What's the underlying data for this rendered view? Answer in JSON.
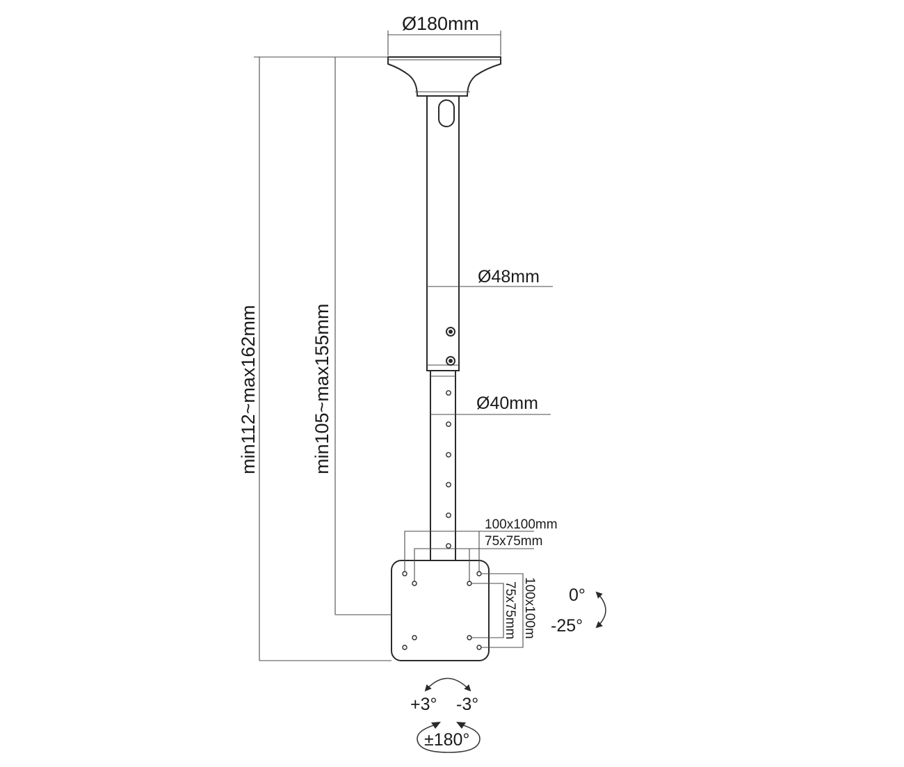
{
  "dimensions": {
    "base_diameter": "Ø180mm",
    "upper_tube_diameter": "Ø48mm",
    "lower_tube_diameter": "Ø40mm",
    "total_height": "min112~max162mm",
    "tube_height": "min105~max155mm",
    "vesa_large_horizontal": "100x100mm",
    "vesa_small_horizontal": "75x75mm",
    "vesa_large_vertical": "100x100m",
    "vesa_small_vertical": "75x75mm"
  },
  "rotation": {
    "tilt_top": "0°",
    "tilt_bottom": "-25°",
    "swivel_left": "+3°",
    "swivel_right": "-3°",
    "rotate": "±180°"
  },
  "colors": {
    "line": "#3a3a3a",
    "text": "#1a1a1a",
    "background": "#ffffff"
  }
}
